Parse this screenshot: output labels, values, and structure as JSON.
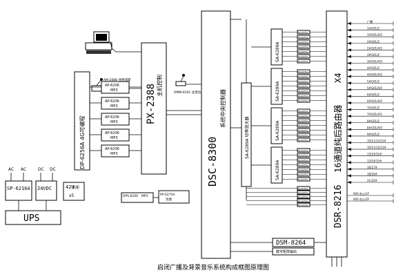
{
  "title": "启闭广播及背景音乐系统构成框图原理图",
  "devices": {
    "dp6256a": "DP-6256A 4G可编程",
    "px2388": {
      "model": "PX-2388",
      "desc": "主机控制"
    },
    "dsc8300": {
      "model": "DSC-8300",
      "desc": "系统中央控制器"
    },
    "sa6289a_bus": "SA-6289A 功率放大器",
    "dsr8216": {
      "model": "DSR-8216",
      "desc": "16通道纯后路由器",
      "suffix": "X4"
    },
    "dsm8264": "DSM-8264",
    "dsm_note": "数字矩阵输出",
    "am2088": "AM-2088 寻呼话筒",
    "dmm8161": "DMM-8161 主席台"
  },
  "ap_modules": [
    {
      "name": "AP-6206",
      "sub": "MP3"
    },
    {
      "name": "AP-6206",
      "sub": "MP3"
    },
    {
      "name": "AP-6206",
      "sub": "MP3"
    },
    {
      "name": "AP-6206",
      "sub": "MP3"
    },
    {
      "name": "AP-6206",
      "sub": "MP3"
    }
  ],
  "amps": [
    "SA-6289A",
    "SA-6289A",
    "SA-6289A",
    "SA-6289A"
  ],
  "pa_label": "PA-6275A",
  "zones": [
    "广播",
    "1#G01/2",
    "1#G01/4/5",
    "2#G01/2",
    "2#G01/4/5",
    "3#G01/2",
    "3#G01/4/5",
    "4#G01/2",
    "4#G01/4/5",
    "5#G01/2",
    "5#G01/4/5",
    "6#G01/2",
    "6#G01/4/5",
    "7#G01/2",
    "7#G01/4/5",
    "8#G01/2",
    "8#G01/4/5",
    "9#G01/2",
    "10/11/12/13#",
    "10/11/12/13#",
    "13/14/15#",
    "13/14/15#",
    "16/17#",
    "18/19#",
    "21/22#"
  ],
  "bottom_outputs": [
    "600 办公/1F",
    "600 办公/2F"
  ],
  "power": {
    "ac1": "AC",
    "ac2": "AC",
    "dc1": "DC",
    "dc2": "DC",
    "sp": "SP-6216A",
    "dc24": "24VDC",
    "rack": "42U",
    "rack_sub": "机柜",
    "rack_count": "x5",
    "ups": "UPS"
  },
  "small_devices": [
    {
      "name": "DPS-6206",
      "sub": "MP3"
    },
    {
      "name": "PA-6275A",
      "sub": "功放"
    }
  ]
}
